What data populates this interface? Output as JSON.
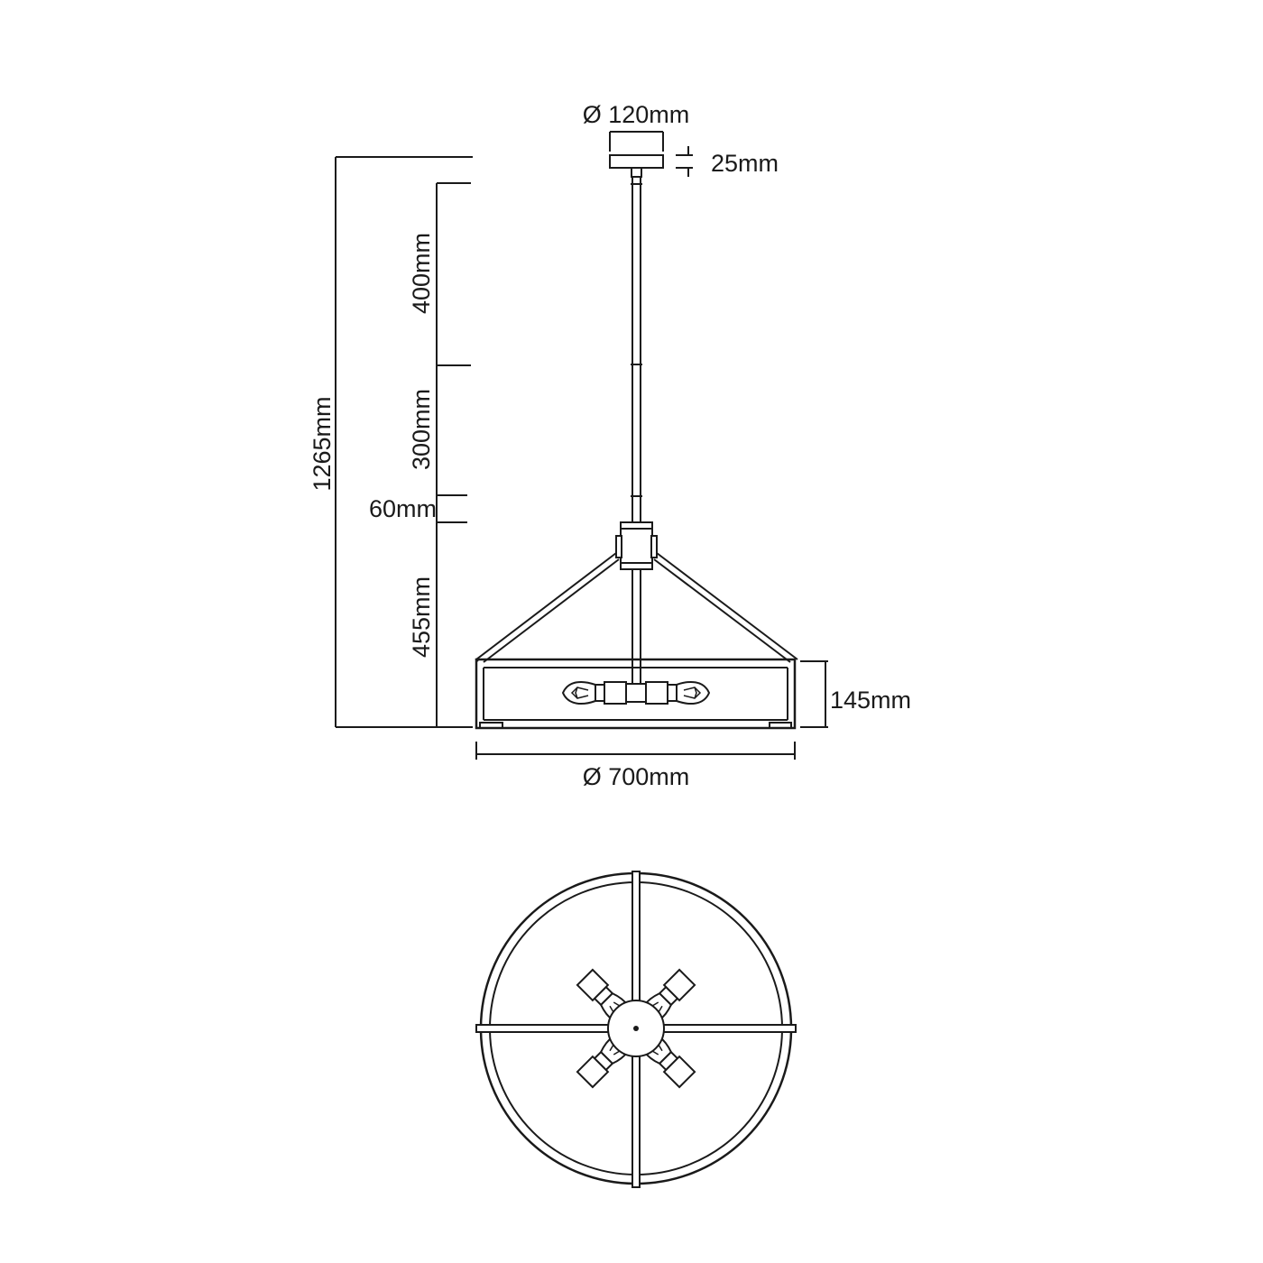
{
  "dimensions": {
    "canopy_diameter": "Ø 120mm",
    "canopy_height": "25mm",
    "total_height": "1265mm",
    "rod_upper": "400mm",
    "rod_middle": "300mm",
    "rod_connector": "60mm",
    "frame_height": "455mm",
    "drum_height": "145mm",
    "drum_diameter": "Ø 700mm"
  },
  "colors": {
    "line": "#1a1a1a",
    "background": "#ffffff"
  },
  "icons": [
    "bulb-icon"
  ]
}
